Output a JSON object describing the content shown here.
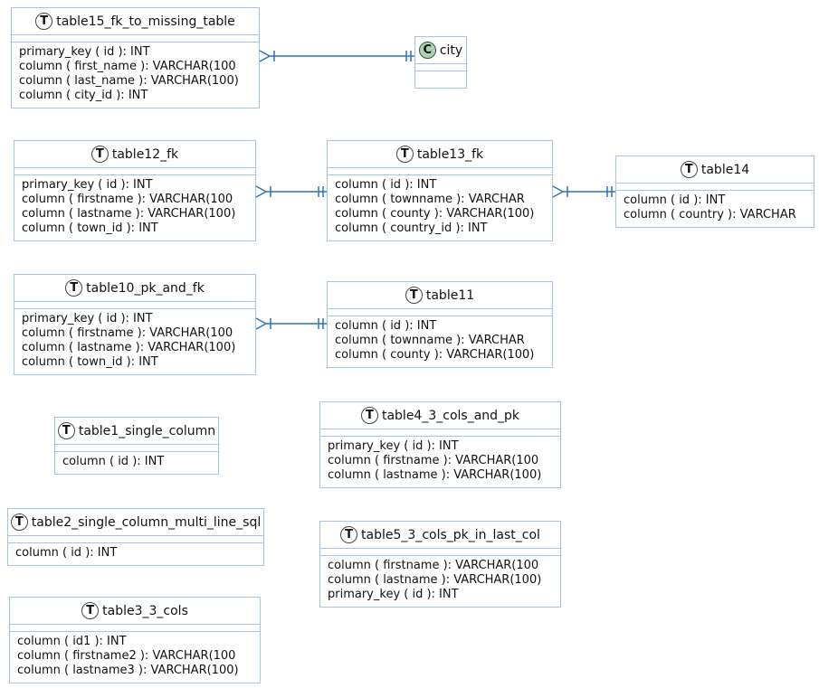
{
  "diagram": {
    "type": "entity-relationship",
    "colors": {
      "background": "#ffffff",
      "entity_border": "#a9c4e2",
      "relationship_line": "#2b72bf",
      "table_spot_background": "#ffffff",
      "class_spot_background": "#add1b2",
      "text": "#111111"
    },
    "entities": [
      {
        "name": "table15_fk_to_missing_table",
        "spot": "T",
        "spot_meaning": "table-icon",
        "rows": [
          "primary_key ( id ): INT",
          "column ( first_name ): VARCHAR(100",
          "column ( last_name ): VARCHAR(100)",
          "column ( city_id ): INT"
        ]
      },
      {
        "name": "city",
        "spot": "C",
        "spot_meaning": "class-icon",
        "rows": []
      },
      {
        "name": "table12_fk",
        "spot": "T",
        "spot_meaning": "table-icon",
        "rows": [
          "primary_key ( id ): INT",
          "column ( firstname ): VARCHAR(100",
          "column ( lastname ): VARCHAR(100)",
          "column ( town_id ): INT"
        ]
      },
      {
        "name": "table13_fk",
        "spot": "T",
        "spot_meaning": "table-icon",
        "rows": [
          "column ( id ): INT",
          "column ( townname ): VARCHAR",
          "column ( county ): VARCHAR(100)",
          "column ( country_id ): INT"
        ]
      },
      {
        "name": "table14",
        "spot": "T",
        "spot_meaning": "table-icon",
        "rows": [
          "column ( id ): INT",
          "column ( country ): VARCHAR"
        ]
      },
      {
        "name": "table10_pk_and_fk",
        "spot": "T",
        "spot_meaning": "table-icon",
        "rows": [
          "primary_key ( id ): INT",
          "column ( firstname ): VARCHAR(100",
          "column ( lastname ): VARCHAR(100)",
          "column ( town_id ): INT"
        ]
      },
      {
        "name": "table11",
        "spot": "T",
        "spot_meaning": "table-icon",
        "rows": [
          "column ( id ): INT",
          "column ( townname ): VARCHAR",
          "column ( county ): VARCHAR(100)"
        ]
      },
      {
        "name": "table1_single_column",
        "spot": "T",
        "spot_meaning": "table-icon",
        "rows": [
          "column ( id ): INT"
        ]
      },
      {
        "name": "table4_3_cols_and_pk",
        "spot": "T",
        "spot_meaning": "table-icon",
        "rows": [
          "primary_key ( id ): INT",
          "column ( firstname ): VARCHAR(100",
          "column ( lastname ): VARCHAR(100)"
        ]
      },
      {
        "name": "table2_single_column_multi_line_sql",
        "spot": "T",
        "spot_meaning": "table-icon",
        "rows": [
          "column ( id ): INT"
        ]
      },
      {
        "name": "table5_3_cols_pk_in_last_col",
        "spot": "T",
        "spot_meaning": "table-icon",
        "rows": [
          "column ( firstname ): VARCHAR(100",
          "column ( lastname ): VARCHAR(100)",
          "primary_key ( id ): INT"
        ]
      },
      {
        "name": "table3_3_cols",
        "spot": "T",
        "spot_meaning": "table-icon",
        "rows": [
          "column ( id1 ): INT",
          "column ( firstname2 ): VARCHAR(100",
          "column ( lastname3 ): VARCHAR(100)"
        ]
      }
    ],
    "relationships": [
      {
        "from": "table15_fk_to_missing_table",
        "to": "city",
        "from_marker": "crowfoot-bar",
        "to_marker": "double-bar"
      },
      {
        "from": "table12_fk",
        "to": "table13_fk",
        "from_marker": "crowfoot-bar",
        "to_marker": "double-bar"
      },
      {
        "from": "table13_fk",
        "to": "table14",
        "from_marker": "crowfoot-bar",
        "to_marker": "double-bar"
      },
      {
        "from": "table10_pk_and_fk",
        "to": "table11",
        "from_marker": "crowfoot-bar",
        "to_marker": "double-bar"
      }
    ]
  }
}
